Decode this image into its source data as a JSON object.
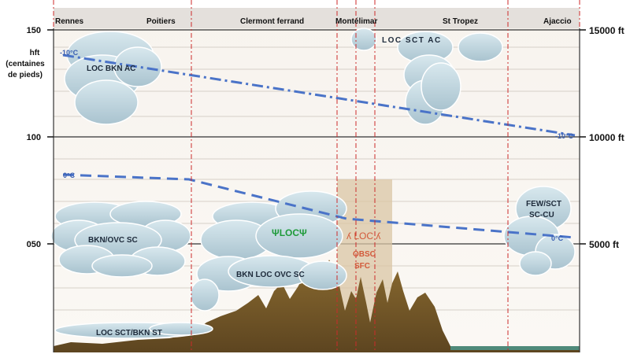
{
  "cities": [
    "Rennes",
    "Poitiers",
    "Clermont ferrand",
    "Montélimar",
    "St Tropez",
    "Ajaccio"
  ],
  "left_axis": {
    "title_lines": [
      "hft",
      "(centaines",
      "de pieds)"
    ],
    "ticks": [
      "150",
      "100",
      "050"
    ]
  },
  "right_axis": {
    "ticks": [
      "15000 ft",
      "10000 ft",
      "5000 ft"
    ]
  },
  "isotherms": {
    "minus10_left": "-10°C",
    "minus10_right": "-10°C",
    "zero_left": "0°C",
    "zero_right": "0°C"
  },
  "cloud_labels": {
    "loc_bkn_ac": "LOC BKN AC",
    "loc_sct_ac": "LOC SCT AC",
    "bkn_ovc_sc": "BKN/OVC SC",
    "bkn_loc_ovc_sc": "BKN LOC OVC SC",
    "few_sct": "FEW/SCT",
    "sc_cu": "SC-CU",
    "loc_sct_bkn_st": "LOC SCT/BKN ST"
  },
  "weather": {
    "showers": "ΨLOCΨ",
    "storms": "ʎ LOC ʎ",
    "obsc": "OBSC",
    "sfc": "SFC"
  },
  "colors": {
    "cloud": "#c6dae2",
    "isotherm": "#4a73c8",
    "terrain": "#7a5c2a",
    "route_line": "#cc2a2a",
    "showers": "#1f9a3a",
    "storm": "#d25a3a"
  }
}
